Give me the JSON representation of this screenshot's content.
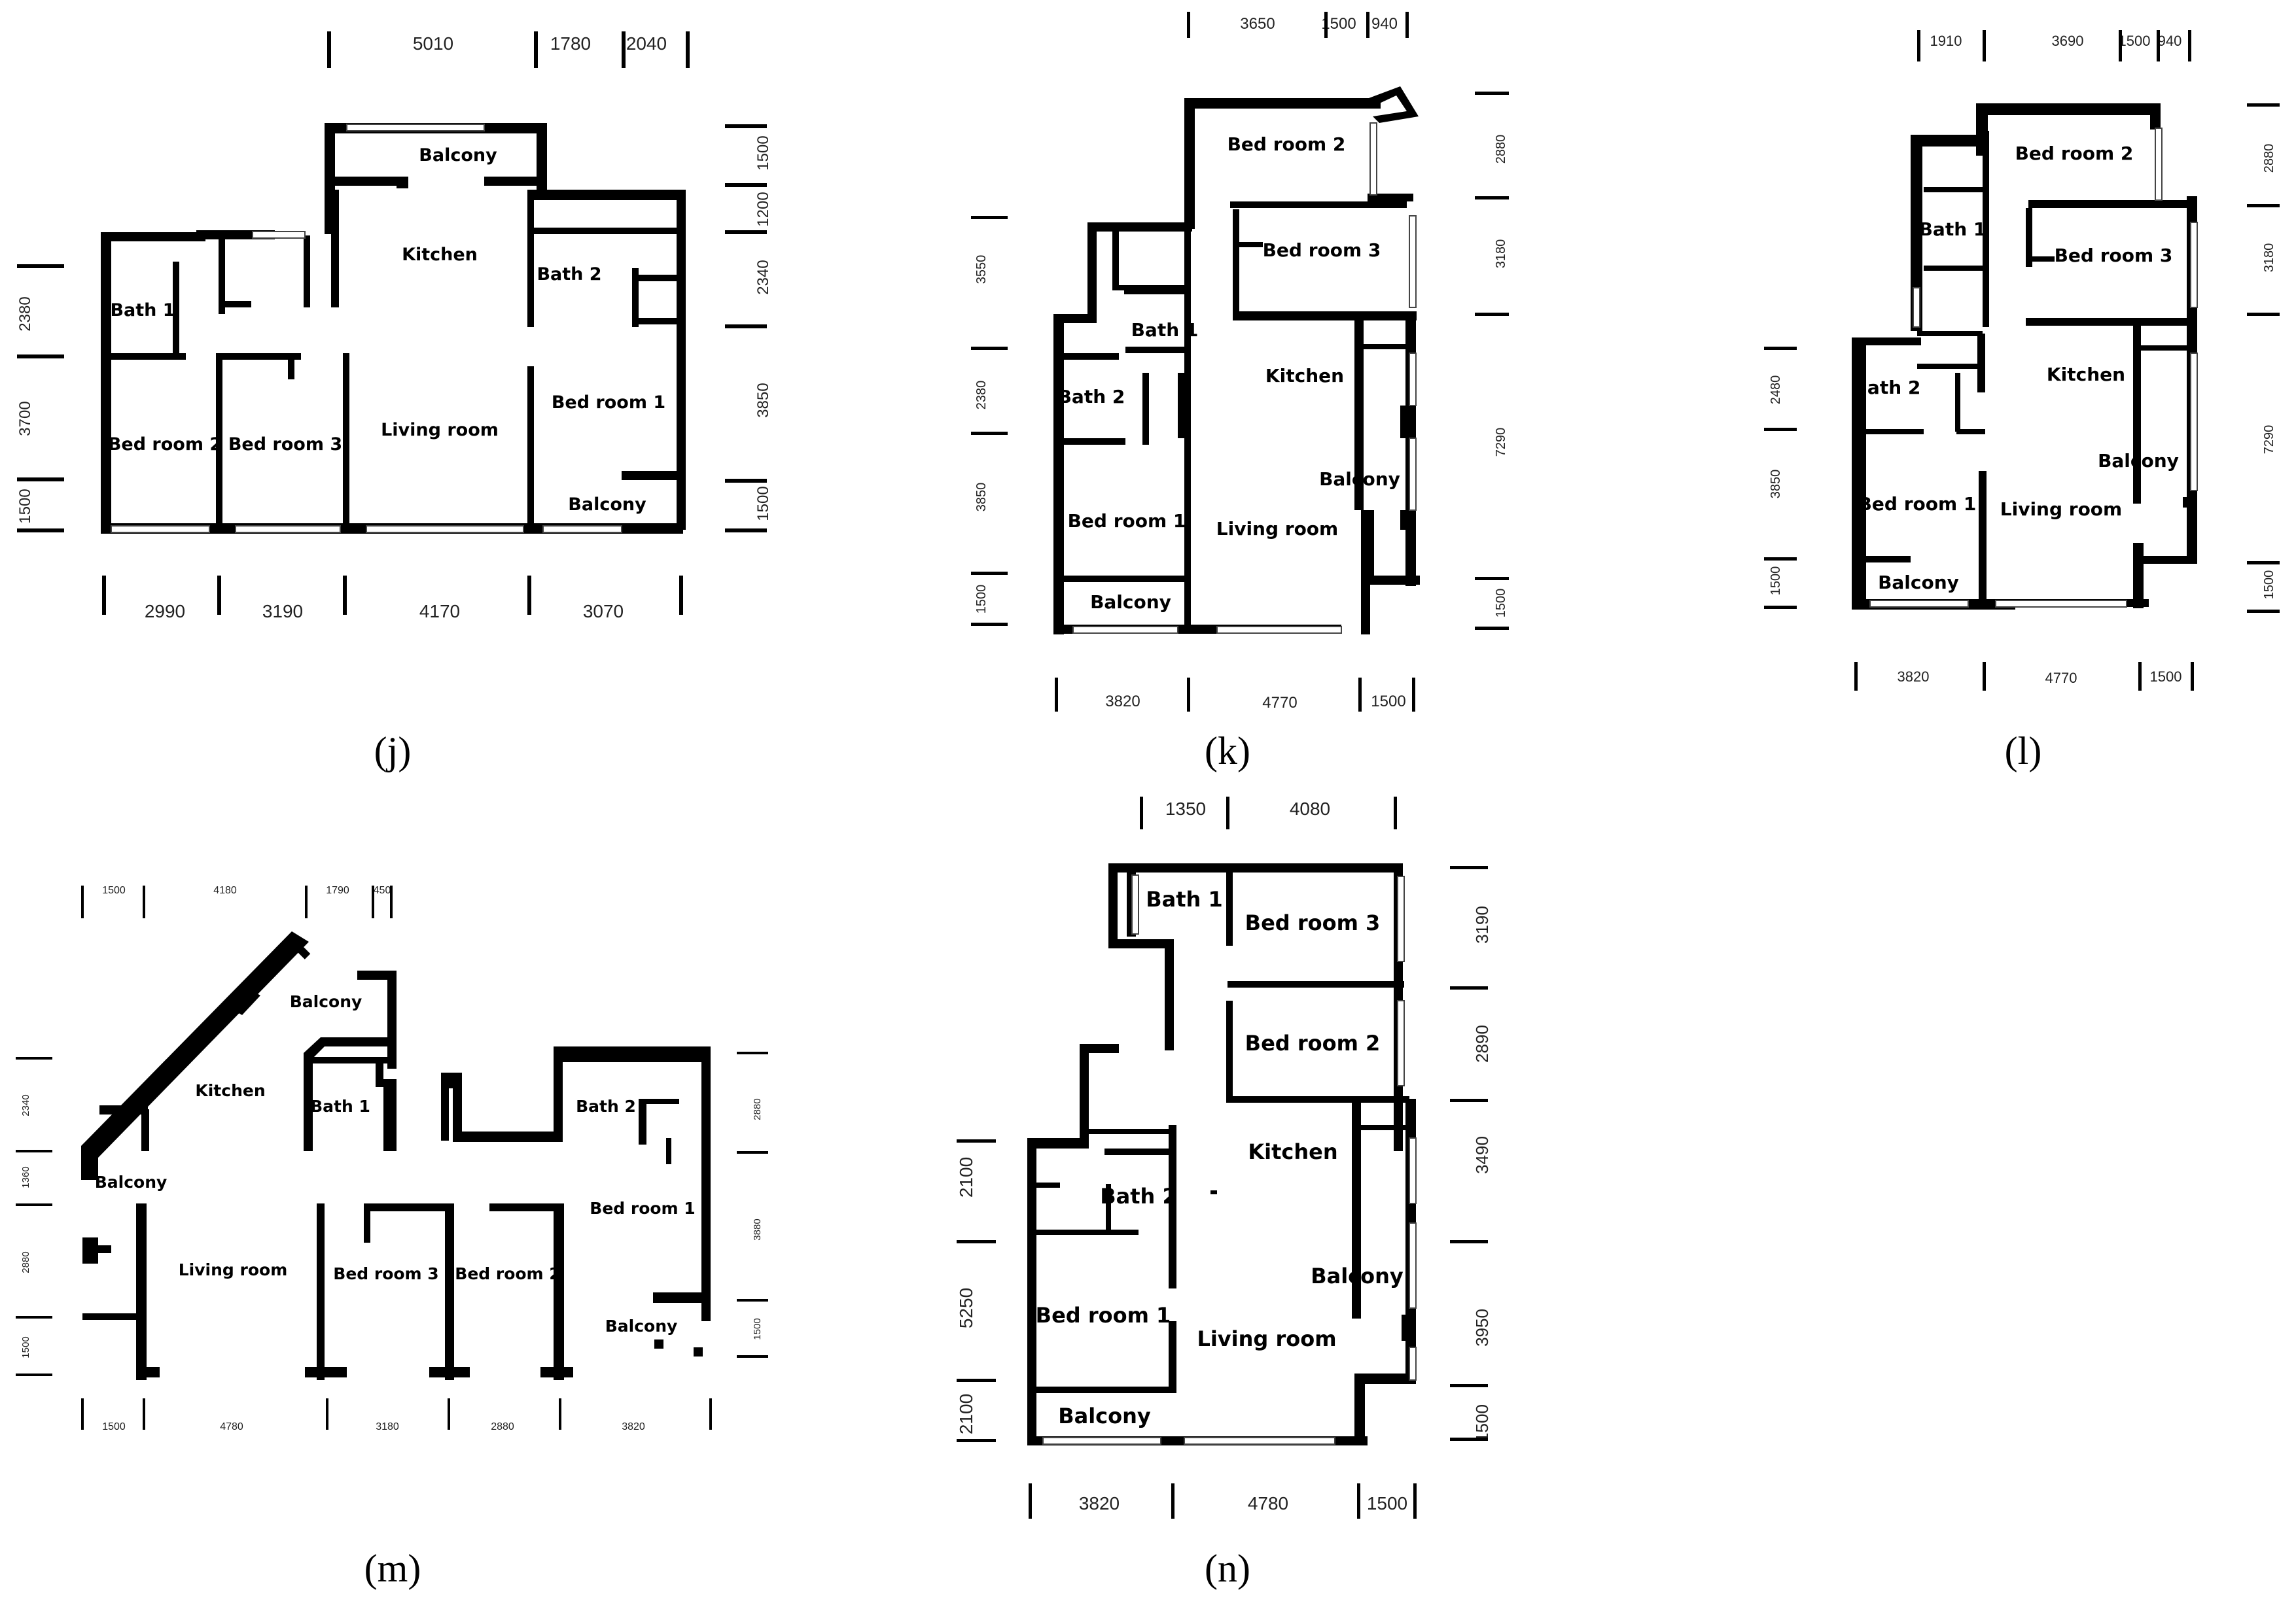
{
  "figure": {
    "background": "#ffffff",
    "wall_color": "#000000",
    "panels": [
      {
        "id": "j",
        "caption": "(j)",
        "rooms": [
          "Balcony",
          "Kitchen",
          "Bath 2",
          "Bath 1",
          "Bed room 1",
          "Bed room 2",
          "Bed room 3",
          "Living room",
          "Balcony"
        ],
        "dims_top": [
          "5010",
          "1780",
          "2040"
        ],
        "dims_bottom": [
          "2990",
          "3190",
          "4170",
          "3070"
        ],
        "dims_left": [
          "2380",
          "3700",
          "1500"
        ],
        "dims_right": [
          "1500",
          "1200",
          "2340",
          "3850",
          "1500"
        ]
      },
      {
        "id": "k",
        "caption": "(k)",
        "rooms": [
          "Bed room 2",
          "Bed room 3",
          "Bath 1",
          "Bath 2",
          "Kitchen",
          "Balcony",
          "Bed room 1",
          "Living room",
          "Balcony"
        ],
        "dims_top": [
          "3650",
          "1500",
          "940"
        ],
        "dims_bottom": [
          "3820",
          "4770",
          "1500"
        ],
        "dims_left": [
          "3550",
          "2380",
          "3850",
          "1500"
        ],
        "dims_right": [
          "2880",
          "3180",
          "7290",
          "1500"
        ]
      },
      {
        "id": "l",
        "caption": "(l)",
        "rooms": [
          "Bed room 2",
          "Bath 1",
          "Bed room 3",
          "Kitchen",
          "Bath 2",
          "Balcony",
          "Bed room 1",
          "Living room",
          "Balcony"
        ],
        "dims_top": [
          "1910",
          "3690",
          "1500",
          "940"
        ],
        "dims_bottom": [
          "3820",
          "4770",
          "1500"
        ],
        "dims_left": [
          "2480",
          "3850",
          "1500"
        ],
        "dims_right": [
          "2880",
          "3180",
          "7290",
          "1500"
        ]
      },
      {
        "id": "m",
        "caption": "(m)",
        "rooms": [
          "Balcony",
          "Kitchen",
          "Bath 1",
          "Bath 2",
          "Balcony",
          "Bed room 1",
          "Living room",
          "Bed room 3",
          "Bed room 2",
          "Balcony"
        ],
        "dims_top": [
          "1500",
          "4180",
          "1790",
          "450"
        ],
        "dims_bottom": [
          "1500",
          "4780",
          "3180",
          "2880",
          "3820"
        ],
        "dims_left": [
          "2340",
          "1360",
          "2880",
          "1500"
        ],
        "dims_right": [
          "2880",
          "3880",
          "1500"
        ]
      },
      {
        "id": "n",
        "caption": "(n)",
        "rooms": [
          "Bath 1",
          "Bed room 3",
          "Bed room 2",
          "Kitchen",
          "Bath 2",
          "Balcony",
          "Bed room 1",
          "Living room",
          "Balcony"
        ],
        "dims_top": [
          "1350",
          "4080"
        ],
        "dims_bottom": [
          "3820",
          "4780",
          "1500"
        ],
        "dims_left": [
          "2100",
          "5250",
          "2100"
        ],
        "dims_right": [
          "3190",
          "2890",
          "3490",
          "3950",
          "1500"
        ]
      }
    ]
  }
}
